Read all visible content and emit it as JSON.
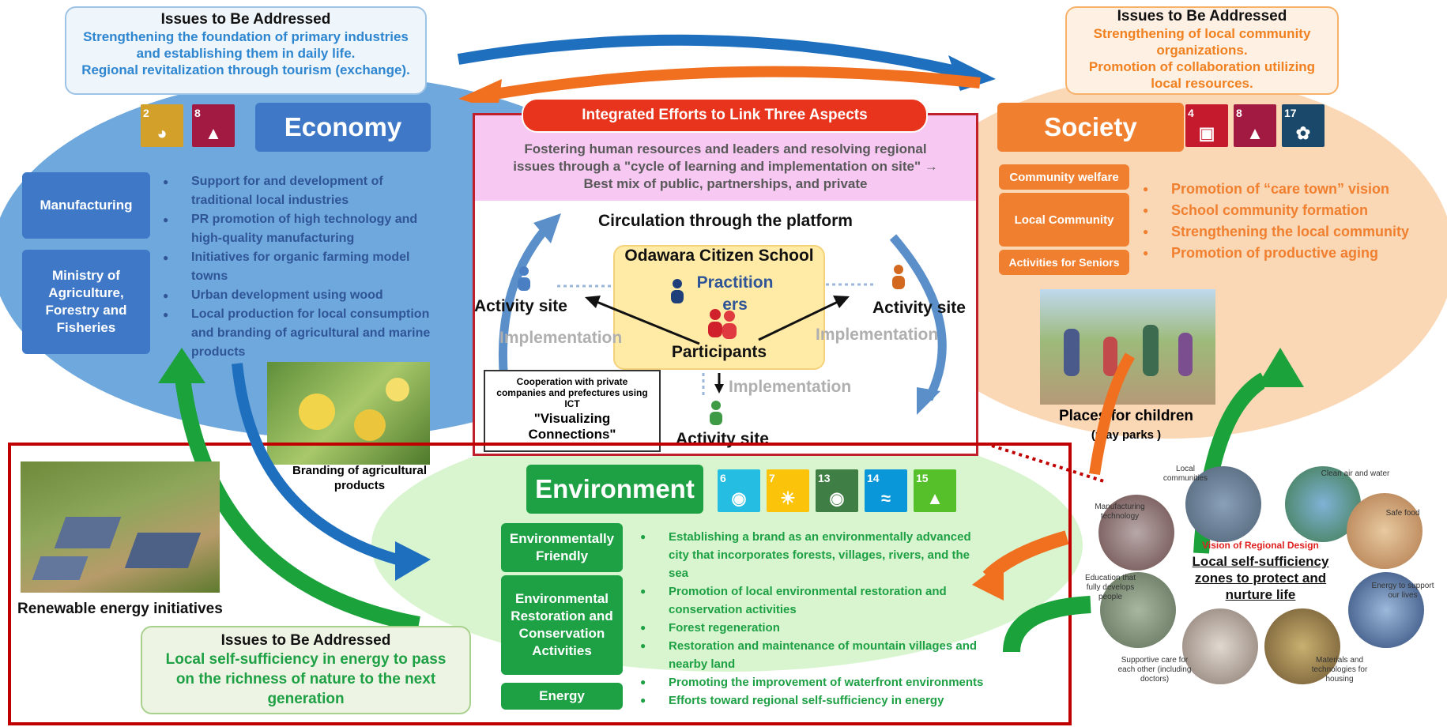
{
  "economy_issues": {
    "heading": "Issues to Be Addressed",
    "lines": [
      "Strengthening the foundation of primary industries",
      "and establishing them in daily life.",
      "Regional revitalization through tourism (exchange)."
    ]
  },
  "society_issues": {
    "heading": "Issues to Be Addressed",
    "lines": [
      "Strengthening of local community",
      "organizations.",
      "Promotion of collaboration utilizing",
      "local resources."
    ]
  },
  "environment_issues": {
    "heading": "Issues to Be Addressed",
    "lines": [
      "Local self-sufficiency in energy to pass",
      "on the richness of nature to the next",
      "generation"
    ]
  },
  "economy": {
    "title": "Economy",
    "sdgs": [
      {
        "num": "2",
        "icon": "bowl-icon",
        "color": "#D3A029"
      },
      {
        "num": "8",
        "icon": "growth-chart-icon",
        "color": "#A21942"
      }
    ],
    "categories": [
      "Manufacturing",
      "Ministry of Agriculture, Forestry and Fisheries"
    ],
    "bullets": [
      [
        "Support for and development of",
        "traditional local industries"
      ],
      [
        "PR promotion of high technology and",
        "high-quality manufacturing"
      ],
      [
        "Initiatives for organic farming model",
        "towns"
      ],
      [
        "Urban development using wood"
      ],
      [
        "Local production for local consumption",
        "and branding of agricultural and marine",
        "products"
      ]
    ],
    "photo_caption": [
      "Branding of agricultural",
      "products"
    ]
  },
  "society": {
    "title": "Society",
    "sdgs": [
      {
        "num": "4",
        "icon": "book-icon",
        "color": "#C5192D"
      },
      {
        "num": "8",
        "icon": "growth-chart-icon",
        "color": "#A21942"
      },
      {
        "num": "17",
        "icon": "flower-icon",
        "color": "#19486A"
      }
    ],
    "categories": [
      "Community welfare",
      "Local Community",
      "Activities for Seniors"
    ],
    "bullets": [
      "Promotion of “care town” vision",
      "School community formation",
      "Strengthening the local community",
      "Promotion of productive aging"
    ],
    "photo_caption": "Places for children",
    "photo_caption_sub": "(play parks )"
  },
  "center": {
    "banner": "Integrated Efforts to Link Three Aspects",
    "desc": [
      "Fostering human resources and leaders and resolving regional",
      "issues through a \"cycle of learning and implementation on site\" →",
      "Best mix of public, partnerships, and private"
    ],
    "circulation": "Circulation through the platform",
    "school": "Odawara Citizen School",
    "practitioners": [
      "Practition",
      "ers"
    ],
    "participants": "Participants",
    "activity_left": "Activity site",
    "activity_right": "Activity site",
    "activity_bottom": "Activity site",
    "impl_left": "Implementation",
    "impl_right": "Implementation",
    "impl_bottom": "Implementation",
    "coop_small": [
      "Cooperation with private",
      "companies and prefectures using",
      "ICT"
    ],
    "coop_big": [
      "\"Visualizing",
      "Connections\""
    ]
  },
  "environment": {
    "title": "Environment",
    "sdgs": [
      {
        "num": "6",
        "icon": "water-drop-icon",
        "color": "#26BDE2"
      },
      {
        "num": "7",
        "icon": "sun-icon",
        "color": "#FCC30B"
      },
      {
        "num": "13",
        "icon": "eye-icon",
        "color": "#3F7E44"
      },
      {
        "num": "14",
        "icon": "fish-icon",
        "color": "#0A97D9"
      },
      {
        "num": "15",
        "icon": "tree-icon",
        "color": "#56C02B"
      }
    ],
    "categories": [
      "Environmentally Friendly",
      "Environmental Restoration and Conservation Activities",
      "Energy"
    ],
    "bullets": [
      [
        "Establishing a brand as an environmentally advanced",
        "city that incorporates forests, villages, rivers, and the",
        "sea"
      ],
      [
        "Promotion of local environmental restoration and",
        "conservation activities"
      ],
      [
        "Forest regeneration"
      ],
      [
        "Restoration and maintenance of mountain villages and",
        "nearby land"
      ],
      [
        "Promoting the improvement of waterfront environments"
      ],
      [
        "Efforts toward regional self-sufficiency in energy"
      ]
    ],
    "renewable_caption": "Renewable energy initiatives"
  },
  "vision": {
    "label": "Vision of Regional Design",
    "title": [
      "Local self-sufficiency",
      "zones to protect and",
      "nurture life"
    ],
    "items": [
      [
        "Local",
        "communities"
      ],
      [
        "Clean air and water"
      ],
      [
        "Safe food"
      ],
      [
        "Energy to support",
        "our lives"
      ],
      [
        "Materials and",
        "technologies for",
        "housing"
      ],
      [
        "Supportive care for",
        "each other (including",
        "doctors)"
      ],
      [
        "Education that",
        "fully develops",
        "people"
      ],
      [
        "Manufacturing",
        "technology"
      ]
    ]
  }
}
